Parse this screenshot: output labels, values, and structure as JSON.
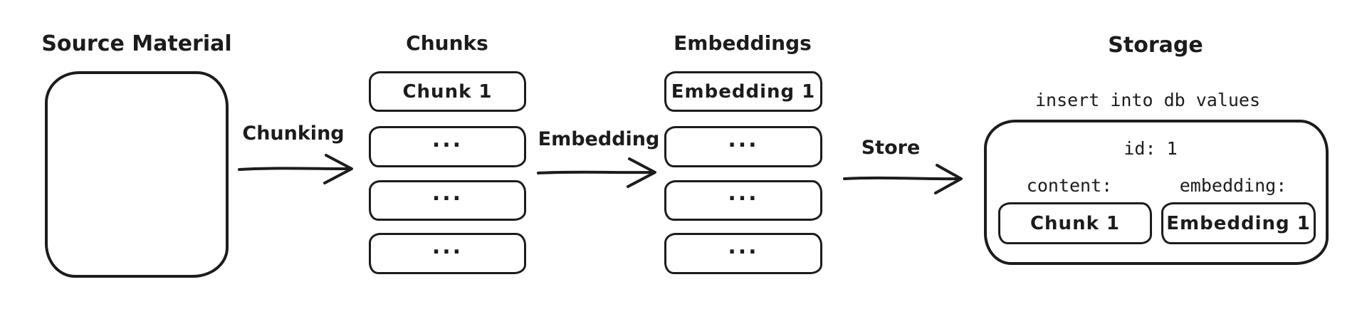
{
  "colors": {
    "ink": "#1c1c1c",
    "background": "#ffffff"
  },
  "source": {
    "title": "Source Material"
  },
  "arrows": {
    "chunking_label": "Chunking",
    "embedding_label": "Embedding",
    "store_label": "Store"
  },
  "chunks": {
    "title": "Chunks",
    "items": [
      "Chunk 1",
      "...",
      "...",
      "..."
    ]
  },
  "embeddings": {
    "title": "Embeddings",
    "items": [
      "Embedding 1",
      "...",
      "...",
      "..."
    ]
  },
  "storage": {
    "title": "Storage",
    "code_caption": "insert into db values",
    "record": {
      "id": "id: 1",
      "content_label": "content:",
      "content_value": "Chunk 1",
      "embedding_label": "embedding:",
      "embedding_value": "Embedding 1"
    }
  }
}
